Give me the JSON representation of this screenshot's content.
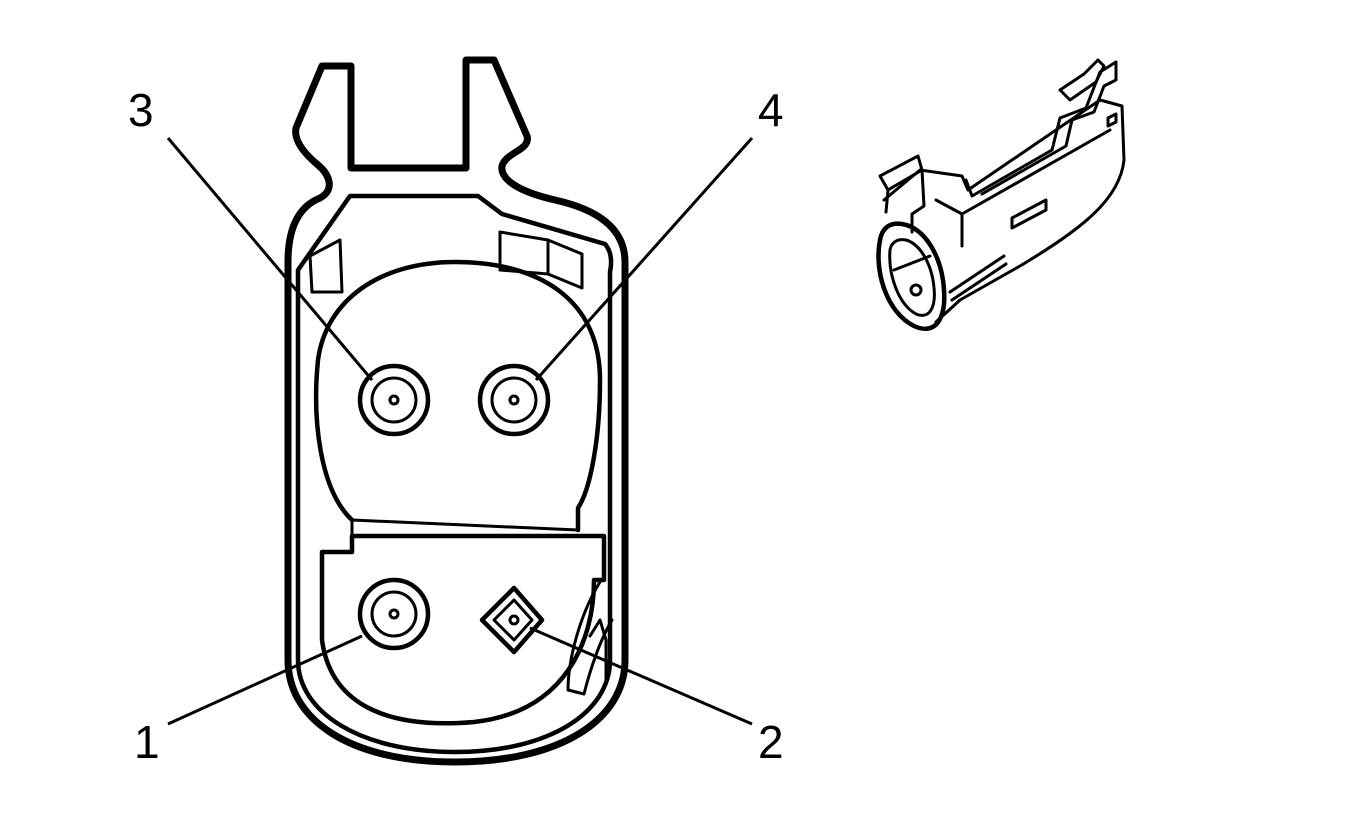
{
  "diagram": {
    "pins": [
      {
        "id": "pin-1",
        "label": "1",
        "shape": "round"
      },
      {
        "id": "pin-2",
        "label": "2",
        "shape": "square"
      },
      {
        "id": "pin-3",
        "label": "3",
        "shape": "round"
      },
      {
        "id": "pin-4",
        "label": "4",
        "shape": "round"
      }
    ],
    "colors": {
      "line": "#000000",
      "background": "#ffffff"
    }
  }
}
